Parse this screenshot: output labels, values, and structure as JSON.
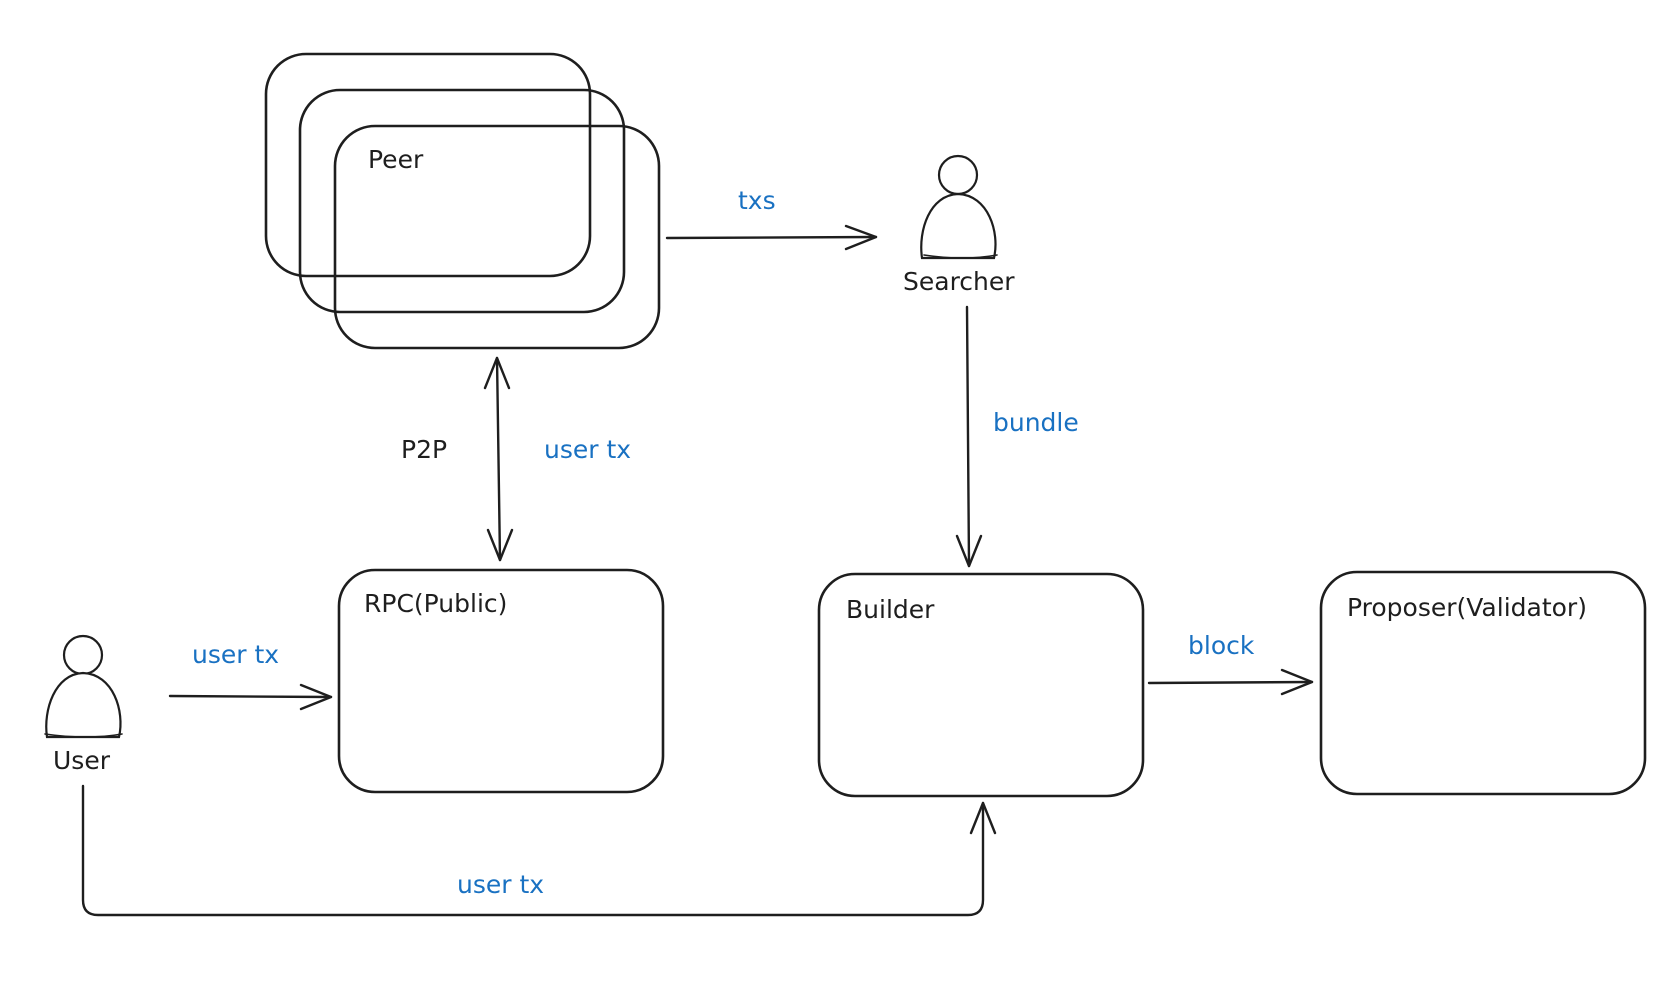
{
  "nodes": {
    "peer": "Peer",
    "searcher": "Searcher",
    "rpc": "RPC(Public)",
    "builder": "Builder",
    "proposer": "Proposer(Validator)",
    "user": "User"
  },
  "edges": {
    "peer_to_searcher": "txs",
    "searcher_to_builder": "bundle",
    "peer_rpc_p2p": "P2P",
    "peer_rpc_usertx": "user tx",
    "user_to_rpc": "user tx",
    "builder_to_proposer": "block",
    "user_to_builder": "user tx"
  },
  "colors": {
    "stroke": "#1e1e1e",
    "edge_label": "#1971c2",
    "background": "#ffffff"
  }
}
